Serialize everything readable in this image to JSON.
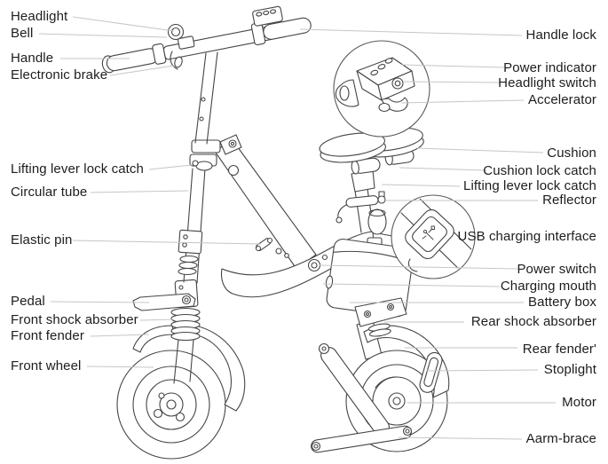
{
  "diagram": {
    "subject": "Folding electric scooter labeled parts diagram"
  },
  "colors": {
    "background": "#ffffff",
    "drawing_line": "#454545",
    "leader_line": "#c6c6c6",
    "label_text": "#1d1d1d"
  },
  "labels": {
    "left": [
      {
        "text": "Headlight"
      },
      {
        "text": "Bell"
      },
      {
        "text": "Handle"
      },
      {
        "text": "Electronic brake"
      },
      {
        "text": "Lifting lever lock catch"
      },
      {
        "text": "Circular tube"
      },
      {
        "text": "Elastic pin"
      },
      {
        "text": "Pedal"
      },
      {
        "text": "Front shock absorber"
      },
      {
        "text": "Front fender"
      },
      {
        "text": "Front wheel"
      }
    ],
    "right": [
      {
        "text": "Handle lock"
      },
      {
        "text": "Power indicator"
      },
      {
        "text": "Headlight switch"
      },
      {
        "text": "Accelerator"
      },
      {
        "text": "Cushion"
      },
      {
        "text": "Cushion lock catch"
      },
      {
        "text": "Lifting lever lock catch"
      },
      {
        "text": "Reflector"
      },
      {
        "text": "USB charging interface"
      },
      {
        "text": "Power switch"
      },
      {
        "text": "Charging mouth"
      },
      {
        "text": "Battery box"
      },
      {
        "text": "Rear shock absorber"
      },
      {
        "text": "Rear fender'"
      },
      {
        "text": "Stoplight"
      },
      {
        "text": "Motor"
      },
      {
        "text": "Aarm-brace"
      }
    ]
  }
}
